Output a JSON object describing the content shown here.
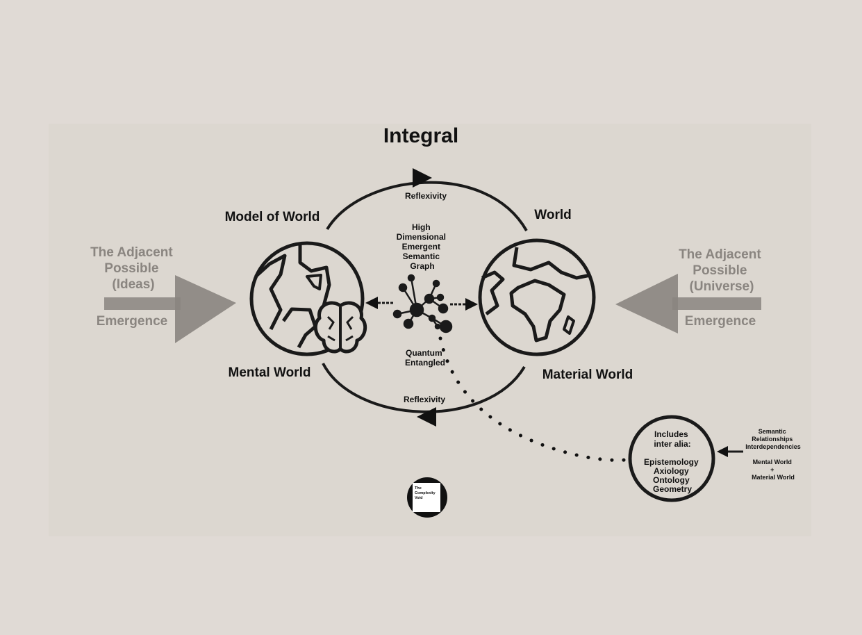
{
  "title": "Integral",
  "labels": {
    "model_of_world": "Model of World",
    "world": "World",
    "mental_world": "Mental World",
    "material_world": "Material World",
    "reflexivity_top": "Reflexivity",
    "reflexivity_bottom": "Reflexivity",
    "graph_label": [
      "High",
      "Dimensional",
      "Emergent",
      "Semantic",
      "Graph"
    ],
    "quantum_label": [
      "Quantum",
      "Entangled"
    ]
  },
  "left_side": {
    "heading": [
      "The Adjacent",
      "Possible",
      "(Ideas)"
    ],
    "emergence": "Emergence"
  },
  "right_side": {
    "heading": [
      "The Adjacent",
      "Possible",
      "(Universe)"
    ],
    "emergence": "Emergence"
  },
  "includes_circle": {
    "heading": [
      "Includes",
      "inter alia:"
    ],
    "items": [
      "Epistemology",
      "Axiology",
      "Ontology",
      "Geometry"
    ]
  },
  "side_note": {
    "top": [
      "Semantic",
      "Relationships",
      "Interdependencies"
    ],
    "bottom": [
      "Mental World",
      "+",
      "Material World"
    ]
  },
  "logo": {
    "text": [
      "The",
      "Complexity",
      "Void"
    ]
  },
  "colors": {
    "background": "#e0dad5",
    "panel": "#dcd7d0",
    "ink": "#1a1a1a",
    "faded": "#8a8580"
  }
}
